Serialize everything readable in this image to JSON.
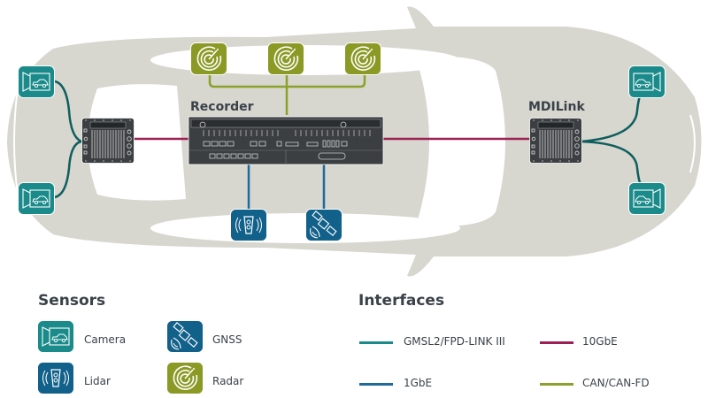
{
  "diagram": {
    "recorder_label": "Recorder",
    "mdilink_label": "MDILink",
    "connections": [
      {
        "from": "camera-front-left",
        "to": "mdilink-left",
        "interface": "GMSL2/FPD-LINK III"
      },
      {
        "from": "camera-front-right",
        "to": "mdilink-left",
        "interface": "GMSL2/FPD-LINK III"
      },
      {
        "from": "mdilink-left",
        "to": "recorder",
        "interface": "10GbE"
      },
      {
        "from": "recorder",
        "to": "mdilink-right",
        "interface": "10GbE"
      },
      {
        "from": "mdilink-right",
        "to": "camera-rear-left",
        "interface": "GMSL2/FPD-LINK III"
      },
      {
        "from": "mdilink-right",
        "to": "camera-rear-right",
        "interface": "GMSL2/FPD-LINK III"
      },
      {
        "from": "radar-1",
        "to": "recorder",
        "interface": "CAN/CAN-FD"
      },
      {
        "from": "radar-2",
        "to": "recorder",
        "interface": "CAN/CAN-FD"
      },
      {
        "from": "radar-3",
        "to": "recorder",
        "interface": "CAN/CAN-FD"
      },
      {
        "from": "lidar",
        "to": "recorder",
        "interface": "1GbE"
      },
      {
        "from": "gnss",
        "to": "recorder",
        "interface": "1GbE"
      }
    ]
  },
  "legend": {
    "sensors_title": "Sensors",
    "sensors": [
      {
        "name": "Camera",
        "icon": "camera-icon",
        "color": "#1a8a8a"
      },
      {
        "name": "GNSS",
        "icon": "satellite-icon",
        "color": "#12618a"
      },
      {
        "name": "Lidar",
        "icon": "lidar-icon",
        "color": "#12618a"
      },
      {
        "name": "Radar",
        "icon": "radar-icon",
        "color": "#8a9a25"
      }
    ],
    "interfaces_title": "Interfaces",
    "interfaces": [
      {
        "name": "GMSL2/FPD-LINK III",
        "color": "#1a8a8a"
      },
      {
        "name": "10GbE",
        "color": "#9e1f53"
      },
      {
        "name": "1GbE",
        "color": "#1f6a9a"
      },
      {
        "name": "CAN/CAN-FD",
        "color": "#8aa22a"
      }
    ]
  },
  "colors": {
    "car_body": "#d7d6cf",
    "camera": "#1a8a8a",
    "lidar_gnss": "#12618a",
    "radar": "#8a9a25",
    "device": "#3b3f42",
    "gmsl_line": "#0f5e5e",
    "gbe10_line": "#9e1f53",
    "gbe1_line": "#1f6a9a",
    "can_line": "#8aa22a"
  }
}
